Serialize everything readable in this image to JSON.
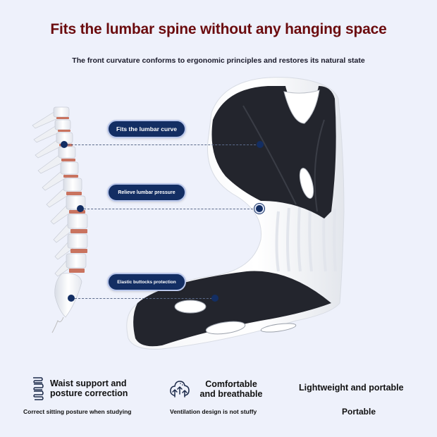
{
  "header": {
    "title": "Fits the lumbar spine without any hanging space",
    "subtitle": "The front curvature conforms to ergonomic principles and restores its natural state"
  },
  "callouts": [
    {
      "label": "Fits the lumbar curve"
    },
    {
      "label": "Relieve lumbar pressure"
    },
    {
      "label": "Elastic buttocks protection"
    }
  ],
  "features": [
    {
      "icon": "spine-icon",
      "title_line1": "Waist support and",
      "title_line2": "posture correction",
      "subtitle": "Correct sitting posture when studying"
    },
    {
      "icon": "trees-ventilation-icon",
      "title_line1": "Comfortable",
      "title_line2": "and breathable",
      "subtitle": "Ventilation design is not stuffy"
    },
    {
      "icon": "",
      "title_line1": "Lightweight and portable",
      "title_line2": "",
      "subtitle": "Portable"
    }
  ],
  "colors": {
    "background": "#eef1fb",
    "title": "#6b0b0e",
    "accent_navy": "#132e63",
    "cushion": "#23252d",
    "shell": "#ffffff",
    "disc": "#c9735f"
  }
}
